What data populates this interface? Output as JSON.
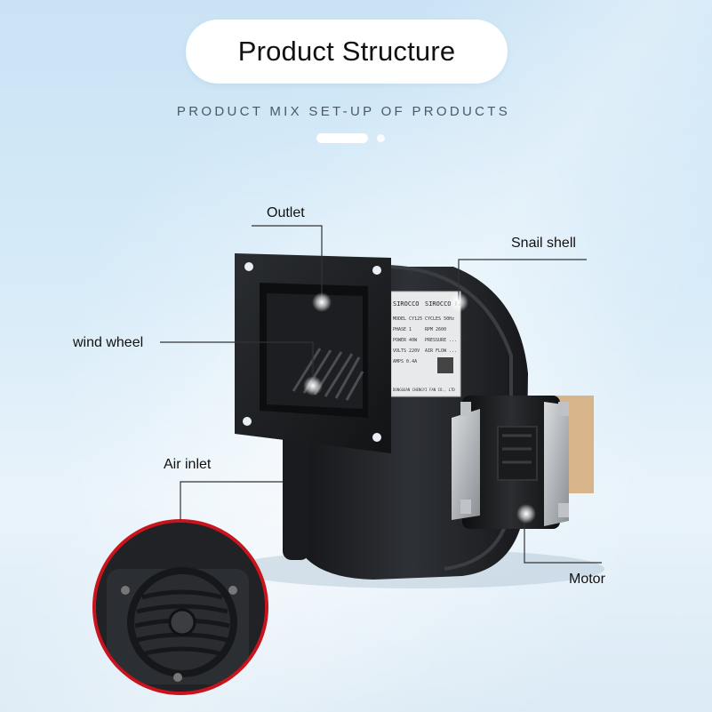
{
  "header": {
    "title": "Product Structure",
    "subtitle": "PRODUCT MIX SET-UP OF PRODUCTS"
  },
  "callouts": {
    "outlet": "Outlet",
    "snail_shell": "Snail shell",
    "wind_wheel": "wind wheel",
    "air_inlet": "Air inlet",
    "motor": "Motor"
  },
  "nameplate": {
    "brand_left": "SIROCCO",
    "brand_right": "SIROCCO FAN",
    "rows": [
      "MODEL  CY125",
      "PHASE  1",
      "POWER  40W",
      "VOLTS  220V",
      "AMPS  0.4A"
    ],
    "rows_right": [
      "CYCLES  50Hz",
      "RPM  2600",
      "PRESSURE  ...",
      "AIR FLOW  ..."
    ],
    "footer": "DONGGUAN CHENGYI FAN CO., LTD"
  },
  "colors": {
    "background": "#d3e8f6",
    "fan_body": "#1d1f22",
    "callout_line": "#333333",
    "pill": "#ffffff"
  }
}
